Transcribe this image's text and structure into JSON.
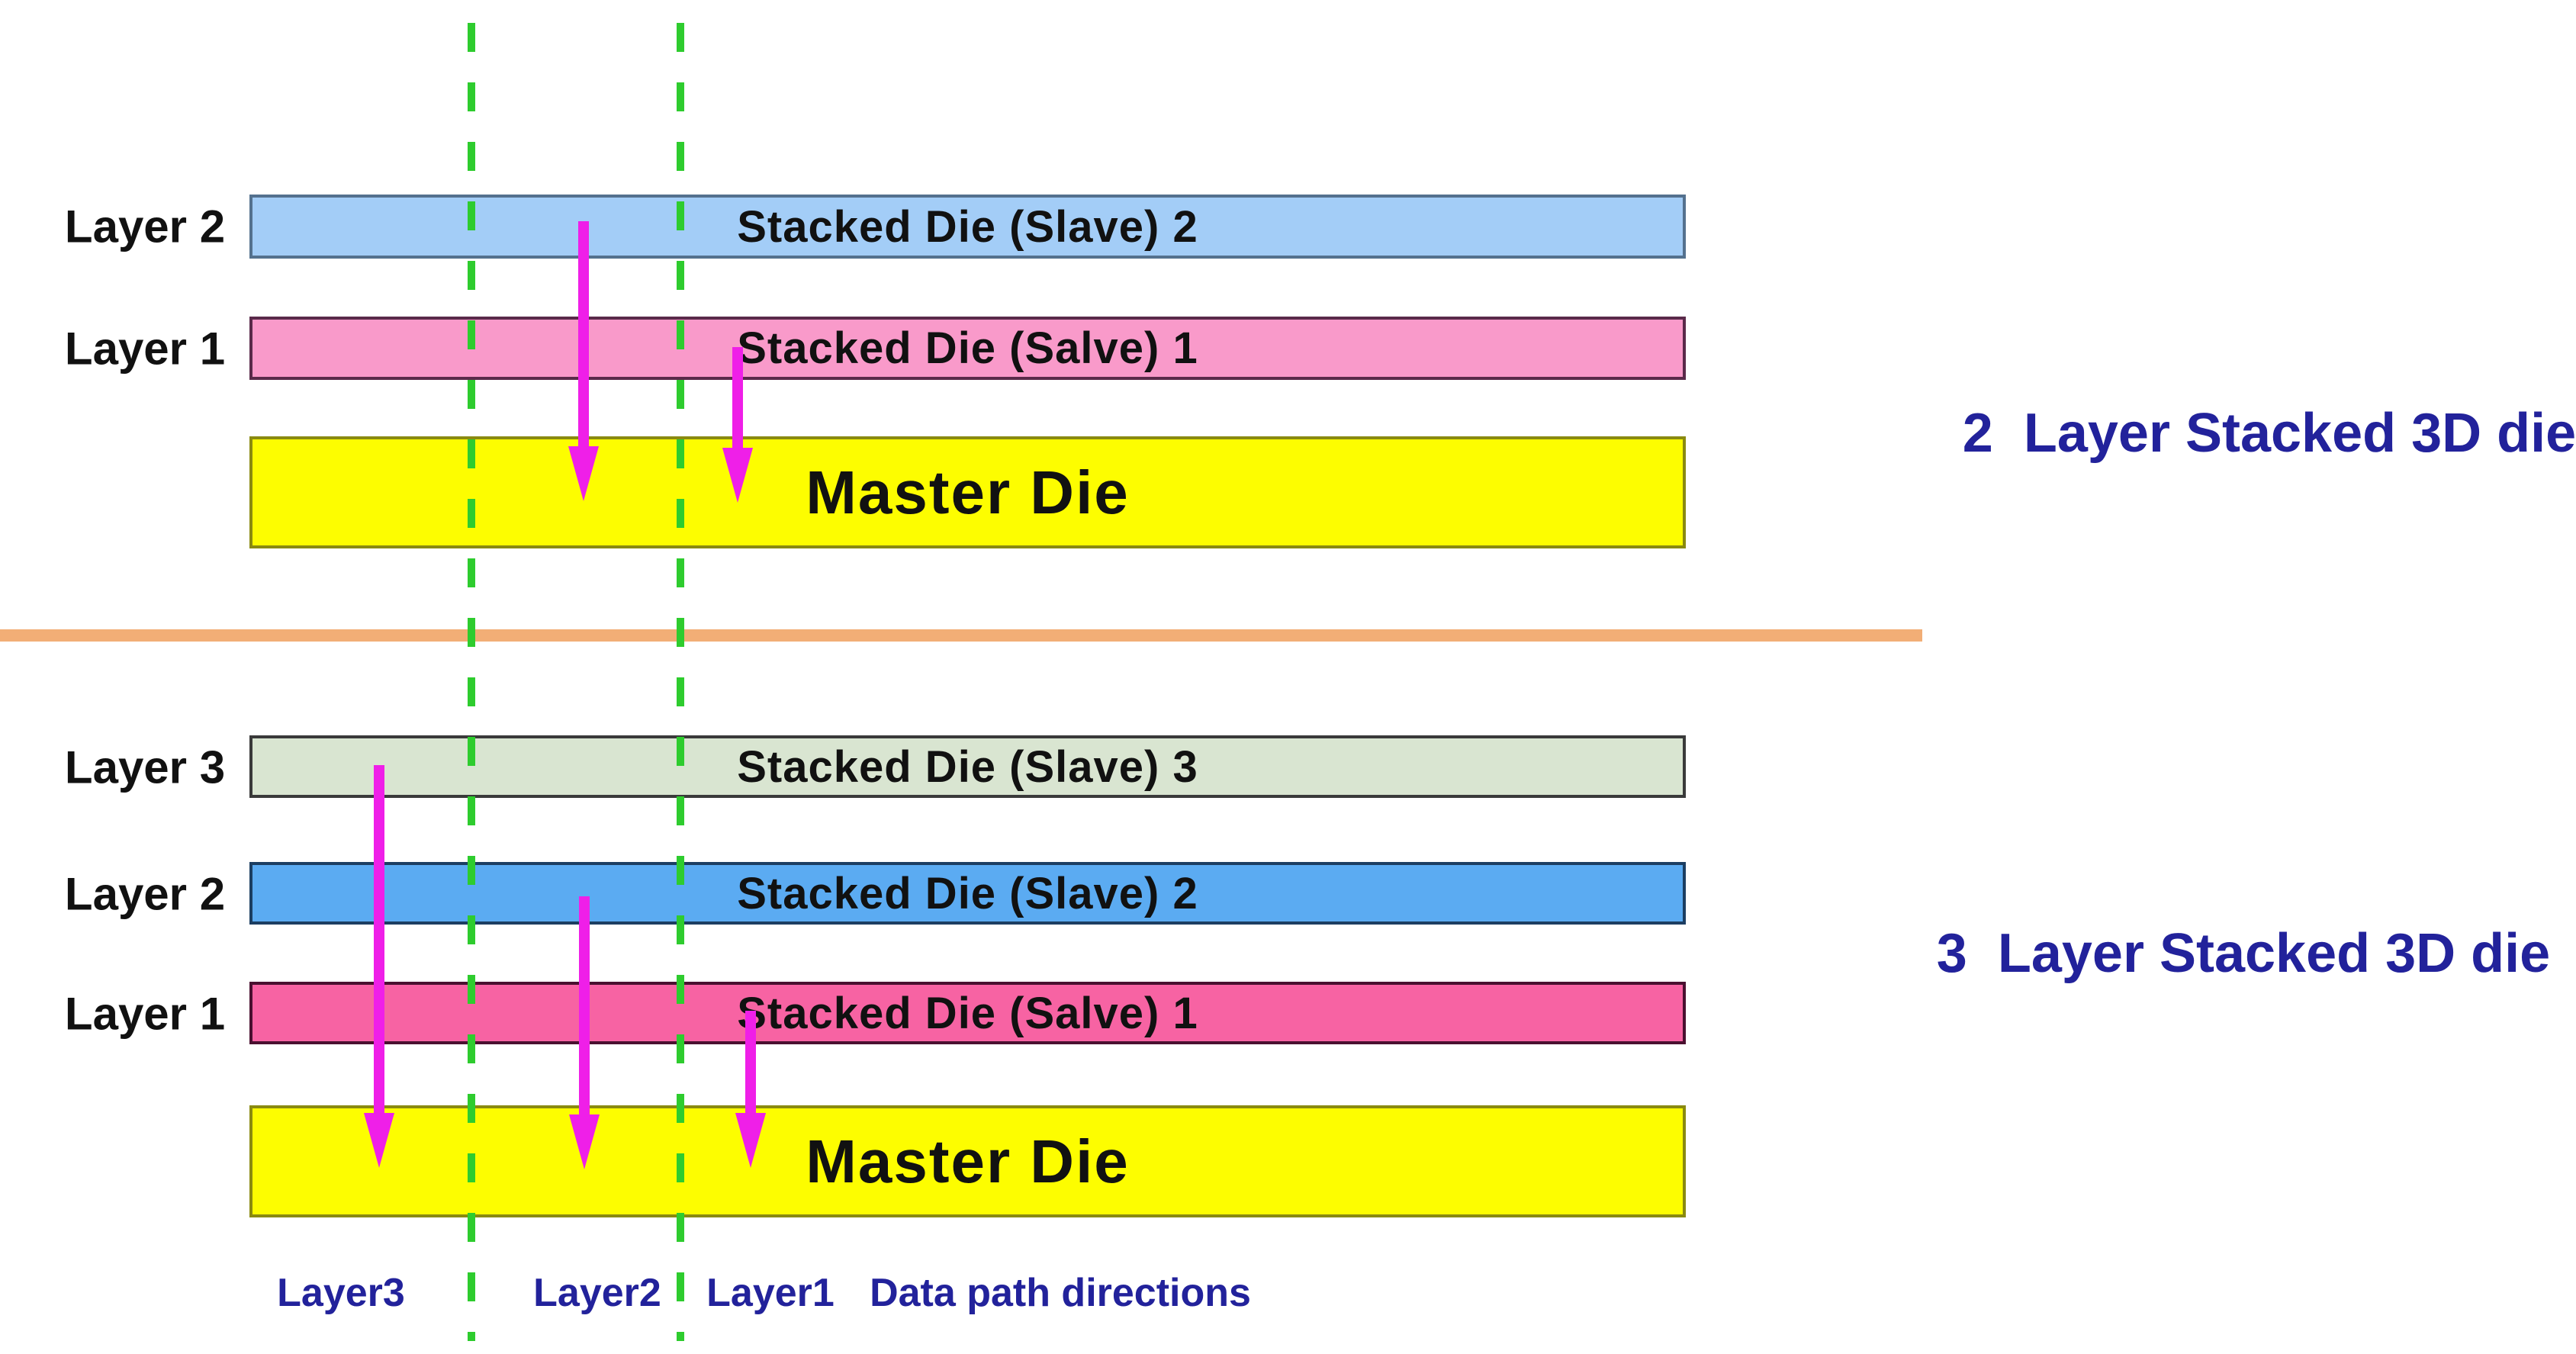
{
  "top_diagram": {
    "side_labels": {
      "layer2": "Layer 2",
      "layer1": "Layer 1"
    },
    "bars": {
      "slave2": "Stacked Die (Slave) 2",
      "slave1": "Stacked Die (Salve) 1",
      "master": "Master Die"
    },
    "caption": "2  Layer Stacked 3D die"
  },
  "bottom_diagram": {
    "side_labels": {
      "layer3": "Layer 3",
      "layer2": "Layer 2",
      "layer1": "Layer 1"
    },
    "bars": {
      "slave3": "Stacked Die (Slave) 3",
      "slave2": "Stacked Die (Slave) 2",
      "slave1": "Stacked Die (Salve) 1",
      "master": "Master Die"
    },
    "caption": "3  Layer Stacked 3D die"
  },
  "footer": {
    "layer3": "Layer3",
    "layer2": "Layer2",
    "layer1": "Layer1",
    "caption": "Data path directions"
  },
  "colors": {
    "slave2_top_fill": "#a3cdf7",
    "slave1_top_fill": "#f99aca",
    "slave3_fill": "#d9e5d1",
    "slave2_bottom_fill": "#5babf2",
    "slave1_bottom_fill": "#f763a3",
    "master_fill": "#fdfd00",
    "caption_color": "#22229b",
    "guide_line_green": "#2ecc2e",
    "divider_orange": "#f2ae76",
    "arrow_magenta": "#ef1fe8"
  }
}
